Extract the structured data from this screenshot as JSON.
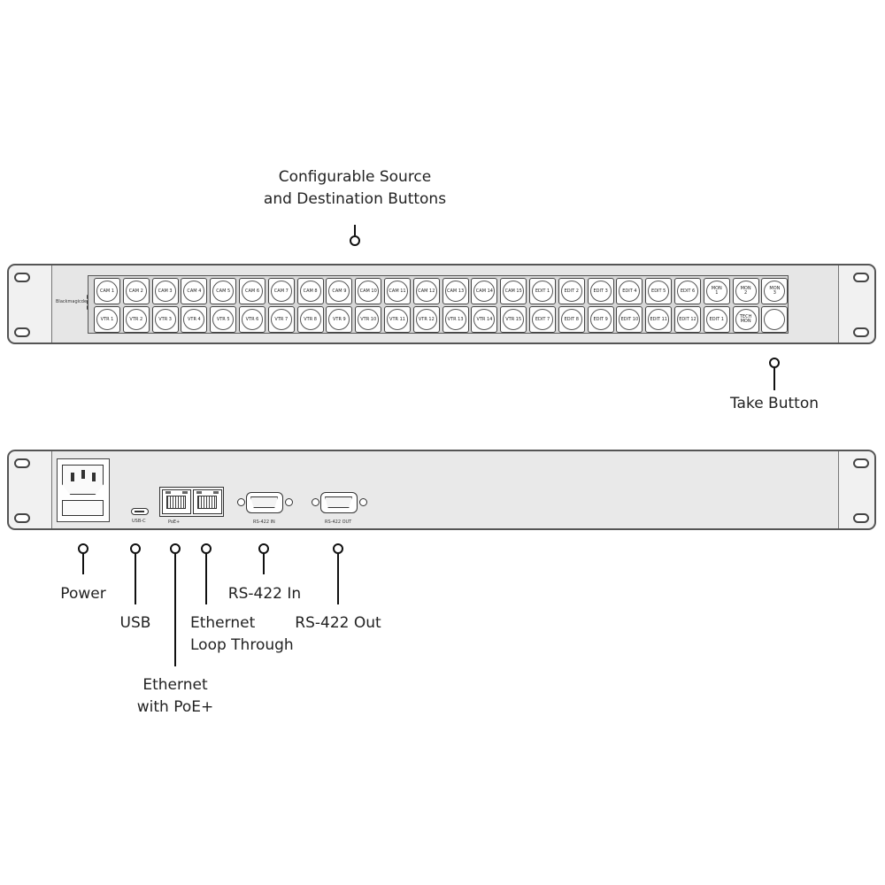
{
  "callouts": {
    "buttons_line1": "Configurable Source",
    "buttons_line2": "and Destination Buttons",
    "take": "Take Button",
    "power": "Power",
    "usb": "USB",
    "eth_loop_line1": "Ethernet",
    "eth_loop_line2": "Loop Through",
    "eth_poe_line1": "Ethernet",
    "eth_poe_line2": "with PoE+",
    "rs422_in": "RS-422 In",
    "rs422_out": "RS-422 Out"
  },
  "front_panel": {
    "brand": "Blackmagicdesign",
    "top_row": [
      "CAM 1",
      "CAM 2",
      "CAM 3",
      "CAM 4",
      "CAM 5",
      "CAM 6",
      "CAM 7",
      "CAM 8",
      "CAM 9",
      "CAM 10",
      "CAM 11",
      "CAM 12",
      "CAM 13",
      "CAM 14",
      "CAM 15",
      "EDIT 1",
      "EDIT 2",
      "EDIT 3",
      "EDIT 4",
      "EDIT 5",
      "EDIT 6",
      "MON 1",
      "MON 2",
      "MON 3"
    ],
    "bottom_row": [
      "VTR 1",
      "VTR 2",
      "VTR 3",
      "VTR 4",
      "VTR 5",
      "VTR 6",
      "VTR 7",
      "VTR 8",
      "VTR 9",
      "VTR 10",
      "VTR 11",
      "VTR 12",
      "VTR 13",
      "VTR 14",
      "VTR 15",
      "EDIT 7",
      "EDIT 8",
      "EDIT 9",
      "EDIT 10",
      "EDIT 11",
      "EDIT 12",
      "EDIT 1",
      "TECH MON",
      ""
    ]
  },
  "rear_panel": {
    "usb_caption": "USB-C",
    "poe_caption": "PoE+",
    "rs422_in_caption": "RS-422 IN",
    "rs422_out_caption": "RS-422 OUT"
  }
}
